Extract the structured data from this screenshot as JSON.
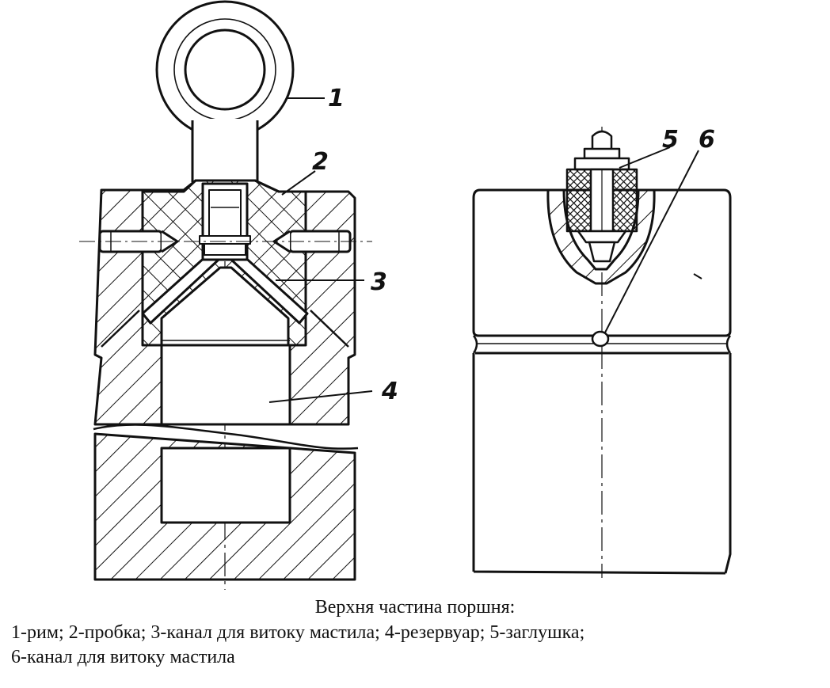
{
  "callouts": {
    "c1": "1",
    "c2": "2",
    "c3": "3",
    "c4": "4",
    "c5": "5",
    "c6": "6"
  },
  "caption": {
    "title": "Верхня частина поршня:",
    "line1": "1-рим; 2-пробка; 3-канал для витоку мастила; 4-резервуар; 5-заглушка;",
    "line2": "6-канал для витоку мастила"
  }
}
